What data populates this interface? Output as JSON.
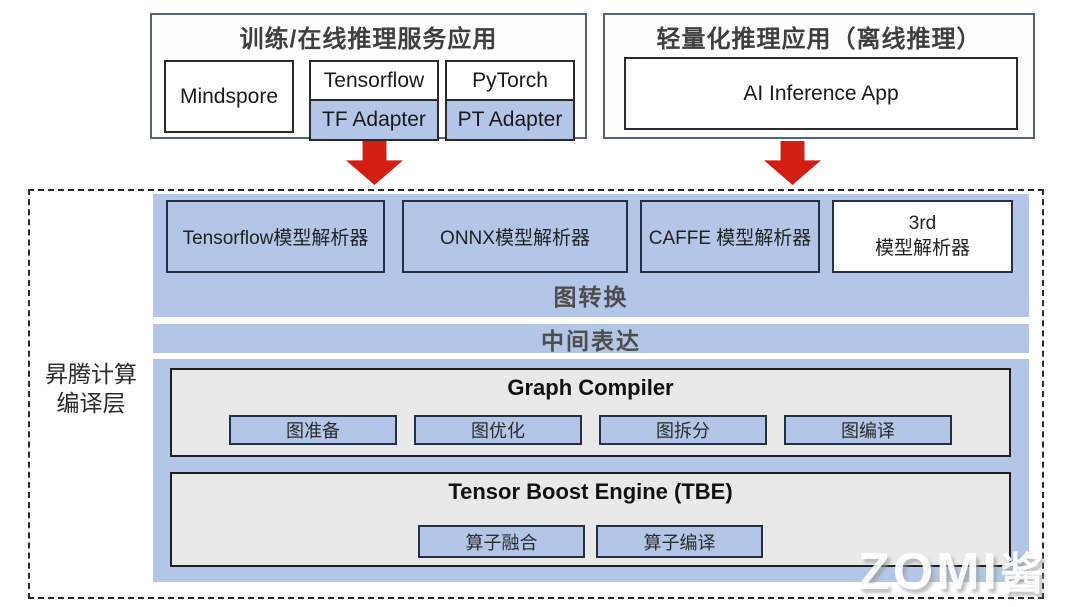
{
  "colors": {
    "band_blue": "#b4c6e7",
    "box_gray": "#e9e9e9",
    "arrow_red": "#d21e14",
    "outer_box_border": "#53627c"
  },
  "top_left": {
    "title": "训练/在线推理服务应用",
    "mindspore": "Mindspore",
    "tensorflow": "Tensorflow",
    "tf_adapter": "TF Adapter",
    "pytorch": "PyTorch",
    "pt_adapter": "PT Adapter"
  },
  "top_right": {
    "title": "轻量化推理应用（离线推理）",
    "app": "AI Inference App"
  },
  "ascend_layer": {
    "label_line1": "昇腾计算",
    "label_line2": "编译层",
    "parsers": [
      {
        "label": "Tensorflow模型解析器"
      },
      {
        "label": "ONNX模型解析器"
      },
      {
        "label": "CAFFE 模型解析器"
      },
      {
        "line1": "3rd",
        "line2": "模型解析器"
      }
    ],
    "graph_conversion": "图转换",
    "intermediate_representation": "中间表达",
    "graph_compiler": {
      "title": "Graph Compiler",
      "steps": [
        "图准备",
        "图优化",
        "图拆分",
        "图编译"
      ]
    },
    "tbe": {
      "title": "Tensor Boost Engine (TBE)",
      "steps": [
        "算子融合",
        "算子编译"
      ]
    }
  },
  "watermark": {
    "text": "ZOMI",
    "suffix": "酱"
  }
}
